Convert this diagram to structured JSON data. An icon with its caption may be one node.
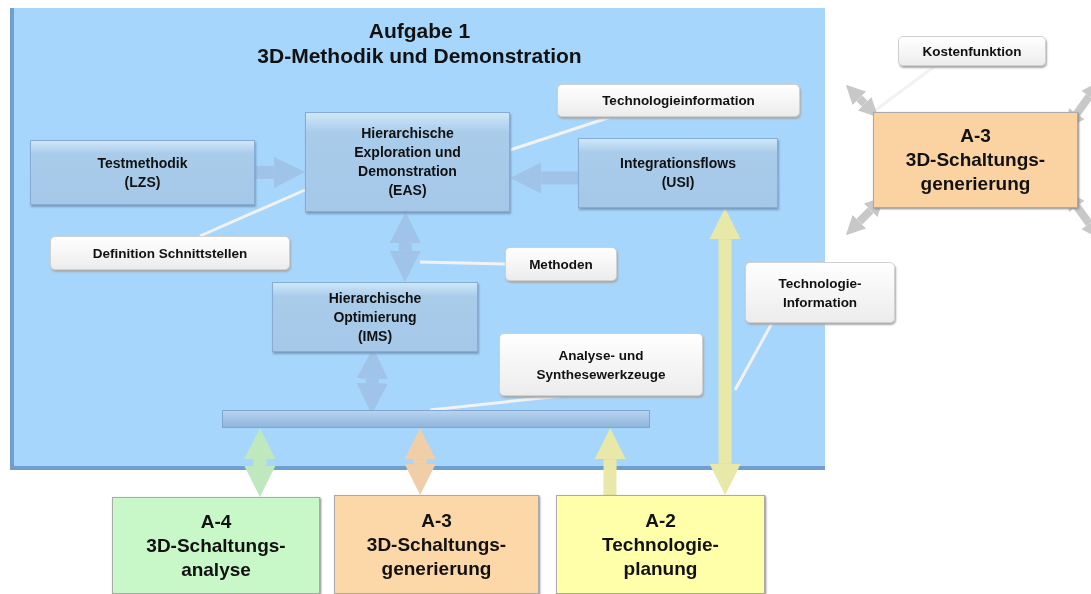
{
  "diagram": {
    "nodes": [
      {
        "text": [
          "Aufgabe 1",
          "3D-Methodik und Demonstration"
        ]
      },
      {
        "text": [
          "Testmethodik (LZS)"
        ],
        "in": 0
      },
      {
        "text": [
          "Hierarchische Exploration und Demonstration (EAS)"
        ],
        "in": 0
      },
      {
        "text": [
          "Integrationsflows (USI)"
        ],
        "in": 0
      },
      {
        "text": [
          "Hierarchische Optimierung (IMS)"
        ],
        "in": 0
      },
      {
        "text": [],
        "shape": "bar",
        "in": 0
      },
      {
        "text": [
          "Definition Schnittstellen"
        ],
        "in": 0
      },
      {
        "text": [
          "Technologieinformation"
        ],
        "in": 0
      },
      {
        "text": [
          "Methoden"
        ],
        "in": 0
      },
      {
        "text": [
          "Analyse- und Synthesewerkzeuge"
        ],
        "in": 0
      },
      {
        "text": [
          "Technologie- Information"
        ]
      },
      {
        "text": [
          "A-4",
          "3D-Schaltungs- analyse"
        ]
      },
      {
        "text": [
          "A-3",
          "3D-Schaltungs- generierung"
        ]
      },
      {
        "text": [
          "A-2",
          "Technologie- planung"
        ]
      },
      {
        "text": [
          "A-3",
          "3D-Schaltungs- generierung"
        ]
      },
      {
        "text": [
          "Kostenfunktion"
        ]
      }
    ],
    "edges": [
      {
        "from": 1,
        "to": 2,
        "arrow": "to",
        "color": "#9fc4e8"
      },
      {
        "from": 3,
        "to": 2,
        "arrow": "to",
        "color": "#9fc4e8"
      },
      {
        "from": 2,
        "to": 4,
        "arrow": "both",
        "color": "#9fc4e8"
      },
      {
        "from": 4,
        "to": 5,
        "arrow": "both",
        "color": "#9fc4e8"
      },
      {
        "from": 5,
        "to": 11,
        "arrow": "both",
        "color": "#bfe8bf"
      },
      {
        "from": 5,
        "to": 12,
        "arrow": "both",
        "color": "#f0cfa8"
      },
      {
        "from": 13,
        "to": 5,
        "arrow": "to",
        "color": "#e8e8a8"
      },
      {
        "from": 13,
        "to": 3,
        "arrow": "both",
        "color": "#e8e8a8"
      },
      {
        "from": 6,
        "to": 2,
        "arrow": "none",
        "color": "#f2f2f2"
      },
      {
        "from": 7,
        "to": 2,
        "arrow": "none",
        "color": "#f2f2f2"
      },
      {
        "from": 8,
        "to": null,
        "arrow": "none",
        "color": "#f2f2f2"
      },
      {
        "from": 9,
        "to": 5,
        "arrow": "none",
        "color": "#f2f2f2"
      },
      {
        "from": 10,
        "to": null,
        "arrow": "none",
        "color": "#f2f2f2"
      },
      {
        "from": 15,
        "to": 14,
        "arrow": "none",
        "color": "#f2f2f2"
      },
      {
        "from": 14,
        "to": null,
        "arrow": "both",
        "color": "#c8c8c8"
      },
      {
        "from": 14,
        "to": null,
        "arrow": "both",
        "color": "#c8c8c8"
      },
      {
        "from": 14,
        "to": null,
        "arrow": "both",
        "color": "#c8c8c8"
      },
      {
        "from": 14,
        "to": null,
        "arrow": "both",
        "color": "#c8c8c8"
      }
    ]
  }
}
